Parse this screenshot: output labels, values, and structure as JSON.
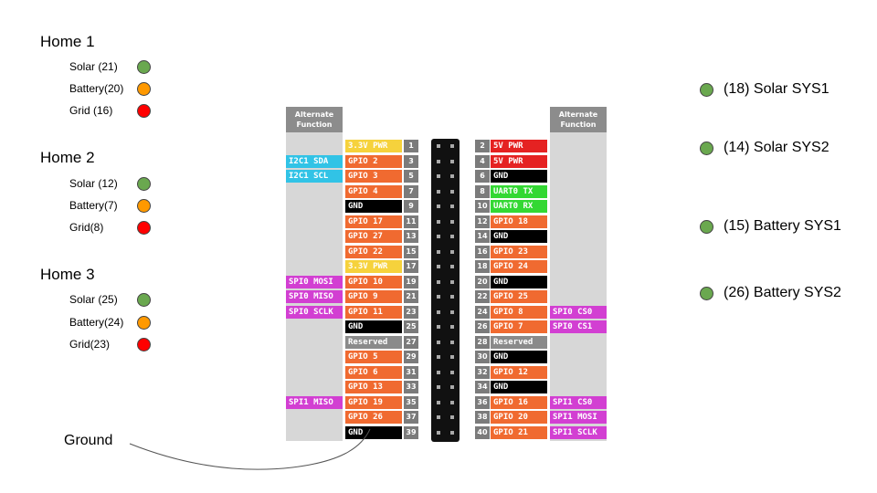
{
  "homes": [
    {
      "title": "Home 1",
      "items": [
        {
          "label": "Solar (21)",
          "color": "#6aa84f"
        },
        {
          "label": "Battery(20)",
          "color": "#ff9900"
        },
        {
          "label": "Grid (16)",
          "color": "#ff0000"
        }
      ]
    },
    {
      "title": "Home 2",
      "items": [
        {
          "label": "Solar (12)",
          "color": "#6aa84f"
        },
        {
          "label": "Battery(7)",
          "color": "#ff9900"
        },
        {
          "label": "Grid(8)",
          "color": "#ff0000"
        }
      ]
    },
    {
      "title": "Home 3",
      "items": [
        {
          "label": "Solar (25)",
          "color": "#6aa84f"
        },
        {
          "label": "Battery(24)",
          "color": "#ff9900"
        },
        {
          "label": "Grid(23)",
          "color": "#ff0000"
        }
      ]
    }
  ],
  "systems": [
    {
      "label": "(18) Solar SYS1",
      "color": "#6aa84f"
    },
    {
      "label": "(14) Solar SYS2",
      "color": "#6aa84f"
    },
    {
      "label": "(15) Battery SYS1",
      "color": "#6aa84f"
    },
    {
      "label": "(26) Battery SYS2",
      "color": "#6aa84f"
    }
  ],
  "ground_label": "Ground",
  "header": {
    "left": "Alternate Function",
    "right": "Alternate Function"
  },
  "colors": {
    "power33": "#f6d23c",
    "power5": "#e52222",
    "gpio": "#f06a30",
    "ground": "#000000",
    "uart": "#33d833",
    "i2c": "#31c3e6",
    "spi": "#d23fd2",
    "reserved": "#8a8a8a",
    "alt_bg": "#d7d7d7"
  },
  "header_pins": {
    "left": [
      {
        "pin": "1",
        "label": "3.3V PWR",
        "kind": "power33",
        "alt": ""
      },
      {
        "pin": "3",
        "label": "GPIO 2",
        "kind": "gpio",
        "alt": "I2C1 SDA",
        "alt_kind": "i2c"
      },
      {
        "pin": "5",
        "label": "GPIO 3",
        "kind": "gpio",
        "alt": "I2C1 SCL",
        "alt_kind": "i2c"
      },
      {
        "pin": "7",
        "label": "GPIO 4",
        "kind": "gpio",
        "alt": ""
      },
      {
        "pin": "9",
        "label": "GND",
        "kind": "ground",
        "alt": ""
      },
      {
        "pin": "11",
        "label": "GPIO 17",
        "kind": "gpio",
        "alt": ""
      },
      {
        "pin": "13",
        "label": "GPIO 27",
        "kind": "gpio",
        "alt": ""
      },
      {
        "pin": "15",
        "label": "GPIO 22",
        "kind": "gpio",
        "alt": ""
      },
      {
        "pin": "17",
        "label": "3.3V PWR",
        "kind": "power33",
        "alt": ""
      },
      {
        "pin": "19",
        "label": "GPIO 10",
        "kind": "gpio",
        "alt": "SPI0 MOSI",
        "alt_kind": "spi"
      },
      {
        "pin": "21",
        "label": "GPIO 9",
        "kind": "gpio",
        "alt": "SPI0 MISO",
        "alt_kind": "spi"
      },
      {
        "pin": "23",
        "label": "GPIO 11",
        "kind": "gpio",
        "alt": "SPI0 SCLK",
        "alt_kind": "spi"
      },
      {
        "pin": "25",
        "label": "GND",
        "kind": "ground",
        "alt": ""
      },
      {
        "pin": "27",
        "label": "Reserved",
        "kind": "reserved",
        "alt": ""
      },
      {
        "pin": "29",
        "label": "GPIO 5",
        "kind": "gpio",
        "alt": ""
      },
      {
        "pin": "31",
        "label": "GPIO 6",
        "kind": "gpio",
        "alt": ""
      },
      {
        "pin": "33",
        "label": "GPIO 13",
        "kind": "gpio",
        "alt": ""
      },
      {
        "pin": "35",
        "label": "GPIO 19",
        "kind": "gpio",
        "alt": "SPI1 MISO",
        "alt_kind": "spi"
      },
      {
        "pin": "37",
        "label": "GPIO 26",
        "kind": "gpio",
        "alt": ""
      },
      {
        "pin": "39",
        "label": "GND",
        "kind": "ground",
        "alt": ""
      }
    ],
    "right": [
      {
        "pin": "2",
        "label": "5V PWR",
        "kind": "power5",
        "alt": ""
      },
      {
        "pin": "4",
        "label": "5V PWR",
        "kind": "power5",
        "alt": ""
      },
      {
        "pin": "6",
        "label": "GND",
        "kind": "ground",
        "alt": ""
      },
      {
        "pin": "8",
        "label": "UART0 TX",
        "kind": "uart",
        "alt": ""
      },
      {
        "pin": "10",
        "label": "UART0 RX",
        "kind": "uart",
        "alt": ""
      },
      {
        "pin": "12",
        "label": "GPIO 18",
        "kind": "gpio",
        "alt": ""
      },
      {
        "pin": "14",
        "label": "GND",
        "kind": "ground",
        "alt": ""
      },
      {
        "pin": "16",
        "label": "GPIO 23",
        "kind": "gpio",
        "alt": ""
      },
      {
        "pin": "18",
        "label": "GPIO 24",
        "kind": "gpio",
        "alt": ""
      },
      {
        "pin": "20",
        "label": "GND",
        "kind": "ground",
        "alt": ""
      },
      {
        "pin": "22",
        "label": "GPIO 25",
        "kind": "gpio",
        "alt": ""
      },
      {
        "pin": "24",
        "label": "GPIO 8",
        "kind": "gpio",
        "alt": "SPI0 CS0",
        "alt_kind": "spi"
      },
      {
        "pin": "26",
        "label": "GPIO 7",
        "kind": "gpio",
        "alt": "SPI0 CS1",
        "alt_kind": "spi"
      },
      {
        "pin": "28",
        "label": "Reserved",
        "kind": "reserved",
        "alt": ""
      },
      {
        "pin": "30",
        "label": "GND",
        "kind": "ground",
        "alt": ""
      },
      {
        "pin": "32",
        "label": "GPIO 12",
        "kind": "gpio",
        "alt": ""
      },
      {
        "pin": "34",
        "label": "GND",
        "kind": "ground",
        "alt": ""
      },
      {
        "pin": "36",
        "label": "GPIO 16",
        "kind": "gpio",
        "alt": "SPI1 CS0",
        "alt_kind": "spi"
      },
      {
        "pin": "38",
        "label": "GPIO 20",
        "kind": "gpio",
        "alt": "SPI1 MOSI",
        "alt_kind": "spi"
      },
      {
        "pin": "40",
        "label": "GPIO 21",
        "kind": "gpio",
        "alt": "SPI1 SCLK",
        "alt_kind": "spi"
      }
    ]
  }
}
